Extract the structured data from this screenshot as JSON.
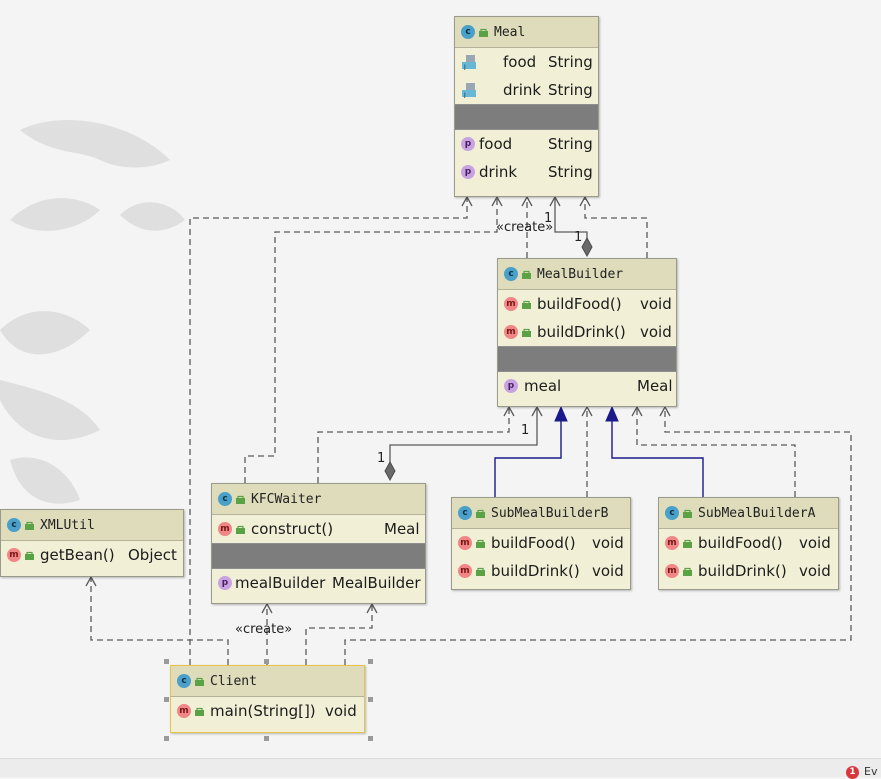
{
  "diagram": {
    "classes": {
      "meal": {
        "name": "Meal",
        "fields": [
          {
            "name": "food",
            "type": "String"
          },
          {
            "name": "drink",
            "type": "String"
          }
        ],
        "properties": [
          {
            "name": "food",
            "type": "String"
          },
          {
            "name": "drink",
            "type": "String"
          }
        ]
      },
      "meal_builder": {
        "name": "MealBuilder",
        "methods": [
          {
            "name": "buildFood()",
            "type": "void"
          },
          {
            "name": "buildDrink()",
            "type": "void"
          }
        ],
        "properties": [
          {
            "name": "meal",
            "type": "Meal"
          }
        ]
      },
      "kfc_waiter": {
        "name": "KFCWaiter",
        "methods": [
          {
            "name": "construct()",
            "type": "Meal"
          }
        ],
        "properties": [
          {
            "name": "mealBuilder",
            "type": "MealBuilder"
          }
        ]
      },
      "sub_b": {
        "name": "SubMealBuilderB",
        "methods": [
          {
            "name": "buildFood()",
            "type": "void"
          },
          {
            "name": "buildDrink()",
            "type": "void"
          }
        ]
      },
      "sub_a": {
        "name": "SubMealBuilderA",
        "methods": [
          {
            "name": "buildFood()",
            "type": "void"
          },
          {
            "name": "buildDrink()",
            "type": "void"
          }
        ]
      },
      "xml_util": {
        "name": "XMLUtil",
        "methods": [
          {
            "name": "getBean()",
            "type": "Object"
          }
        ]
      },
      "client": {
        "name": "Client",
        "methods": [
          {
            "name": "main(String[])",
            "type": "void"
          }
        ]
      }
    },
    "labels": {
      "create_top": "«create»",
      "create_bottom": "«create»",
      "mult_meal": "1",
      "mult_builder_top": "1",
      "mult_builder_bottom": "1",
      "mult_waiter": "1"
    },
    "icons": {
      "class": "class-icon",
      "method": "method-icon",
      "property": "property-icon",
      "field": "field-icon",
      "visibility": "public-lock-icon"
    },
    "colors": {
      "class_fill": "#f1f0d7",
      "header_fill": "#dedcbb",
      "separator": "#7d7d7d",
      "inheritance": "#1a1a8c",
      "dependency": "#5a5a5a"
    }
  },
  "status": {
    "error_count": "1",
    "error_text": "Ev"
  }
}
